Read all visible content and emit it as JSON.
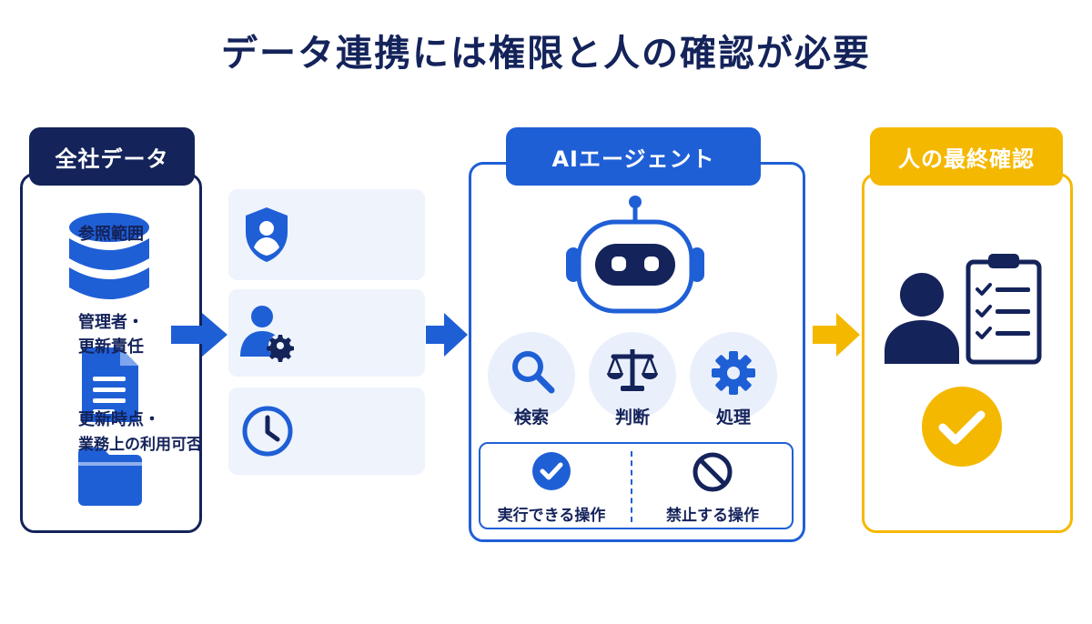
{
  "title": "データ連携には権限と人の確認が必要",
  "colors": {
    "navy": "#14235a",
    "blue": "#1f5fd6",
    "yellow": "#f5b800",
    "soft": "#eef3fc"
  },
  "company_data": {
    "tag": "全社データ",
    "icons": [
      "database-icon",
      "document-icon",
      "folder-icon"
    ]
  },
  "conditions": [
    {
      "icon": "shield-user-icon",
      "lines": [
        "参照範囲"
      ]
    },
    {
      "icon": "user-gear-icon",
      "lines": [
        "管理者・",
        "更新責任"
      ]
    },
    {
      "icon": "clock-icon",
      "lines": [
        "更新時点・",
        "業務上の利用可否"
      ]
    }
  ],
  "ai_agent": {
    "tag": "AIエージェント",
    "capabilities": [
      {
        "icon": "search-icon",
        "label": "検索"
      },
      {
        "icon": "scales-icon",
        "label": "判断"
      },
      {
        "icon": "gear-icon",
        "label": "処理"
      }
    ],
    "allowed": {
      "icon": "check-circle-icon",
      "label": "実行できる操作"
    },
    "forbidden": {
      "icon": "prohibited-icon",
      "label": "禁止する操作"
    }
  },
  "human_review": {
    "tag": "人の最終確認",
    "icons": [
      "person-icon",
      "checklist-icon",
      "check-circle-icon"
    ]
  }
}
